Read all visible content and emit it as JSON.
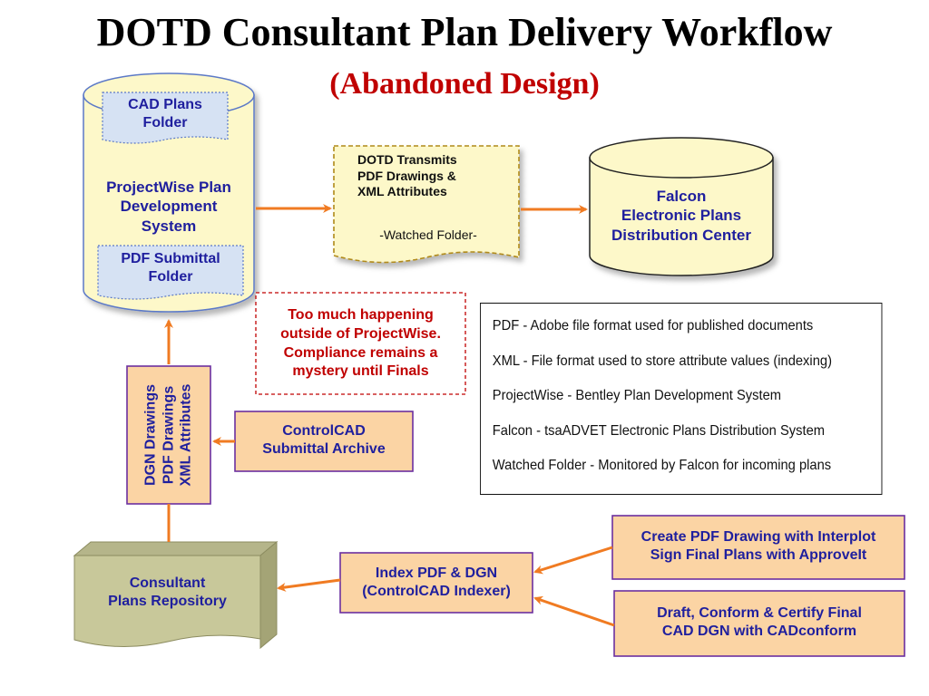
{
  "title": "DOTD Consultant Plan Delivery Workflow",
  "subtitle": "(Abandoned Design)",
  "projectwise": {
    "cad_folder": [
      "CAD Plans",
      "Folder"
    ],
    "label": [
      "ProjectWise Plan",
      "Development",
      "System"
    ],
    "pdf_folder": [
      "PDF Submittal",
      "Folder"
    ]
  },
  "transmit": {
    "lines": [
      "DOTD Transmits",
      "PDF Drawings &",
      "XML Attributes"
    ],
    "watched": "-Watched Folder-"
  },
  "falcon": [
    "Falcon",
    "Electronic Plans",
    "Distribution Center"
  ],
  "warning": [
    "Too much happening",
    "outside of ProjectWise.",
    "Compliance remains a",
    "mystery until Finals"
  ],
  "legend": [
    {
      "term": "PDF - ",
      "def": "Adobe file format used for published documents"
    },
    {
      "term": "XML -  ",
      "def": "File format used to store attribute values (indexing)"
    },
    {
      "term": "ProjectWise - ",
      "def": "Bentley Plan Development System"
    },
    {
      "term": "Falcon -  ",
      "def": "tsaADVET Electronic Plans Distribution System"
    },
    {
      "term": "Watched Folder -  ",
      "def": "Monitored by Falcon for incoming plans"
    }
  ],
  "drawings_box": [
    "DGN Drawings",
    "PDF Drawings",
    "XML Attributes"
  ],
  "controlcad_archive": [
    "ControlCAD",
    "Submittal Archive"
  ],
  "repository": [
    "Consultant",
    "Plans Repository"
  ],
  "indexer": [
    "Index PDF & DGN",
    "(ControlCAD Indexer)"
  ],
  "create_pdf": [
    "Create PDF Drawing with Interplot",
    "Sign Final Plans with ApproveIt"
  ],
  "draft": [
    "Draft, Conform & Certify Final",
    "CAD DGN with CADconform"
  ],
  "colors": {
    "cylinder_fill": "#fdf8c9",
    "cylinder_stroke": "#5b79c7",
    "folder_fill": "#d6e2f3",
    "orange_fill": "#fbd4a4",
    "purple_stroke": "#6b2fa0",
    "arrow": "#f07b22",
    "repo_fill": "#c8c89a",
    "warning_border": "#c00000"
  }
}
